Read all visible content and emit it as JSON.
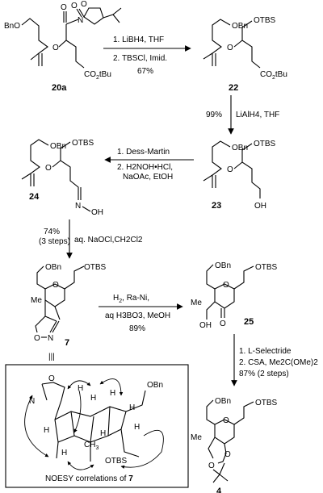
{
  "compounds": {
    "c20a": "20a",
    "c22": "22",
    "c23": "23",
    "c24": "24",
    "c7": "7",
    "c25": "25",
    "c4": "4"
  },
  "groups": {
    "BnO": "BnO",
    "OBn": "OBn",
    "OTBS": "OTBS",
    "O": "O",
    "N": "N",
    "OH": "OH",
    "N_OH": "N",
    "OH_oxime": "OH",
    "CO2tBu_pre": "CO",
    "CO2tBu_sub": "2",
    "CO2tBu_post": "tBu",
    "Me": "Me",
    "CH3_pre": "CH",
    "CH3_sub": "3",
    "H": "H",
    "bottom_eq": "|||"
  },
  "steps": {
    "s1_line1": "1. LiBH4, THF",
    "s1_line2": "2. TBSCl, Imid.",
    "s1_yield": "67%",
    "s2_yield": "99%",
    "s2_reagent": "LiAlH4, THF",
    "s3_line1": "1. Dess-Martin",
    "s3_line2": "2. H2NOH•HCl,",
    "s3_line3": "NaOAc, EtOH",
    "s4_yield": "74%",
    "s4_steps": "(3 steps)",
    "s4_reagent": "aq. NaOCl,CH2Cl2",
    "s5_line1": "H2, Ra-Ni,",
    "s5_line2": "aq H3BO3, MeOH",
    "s5_yield": "89%",
    "s6_line1": "1. L-Selectride",
    "s6_line2": "2. CSA, Me2C(OMe)2",
    "s6_yield": "87% (2 steps)"
  },
  "box": {
    "caption_text": "NOESY correlations of ",
    "caption_cpd": "7"
  }
}
